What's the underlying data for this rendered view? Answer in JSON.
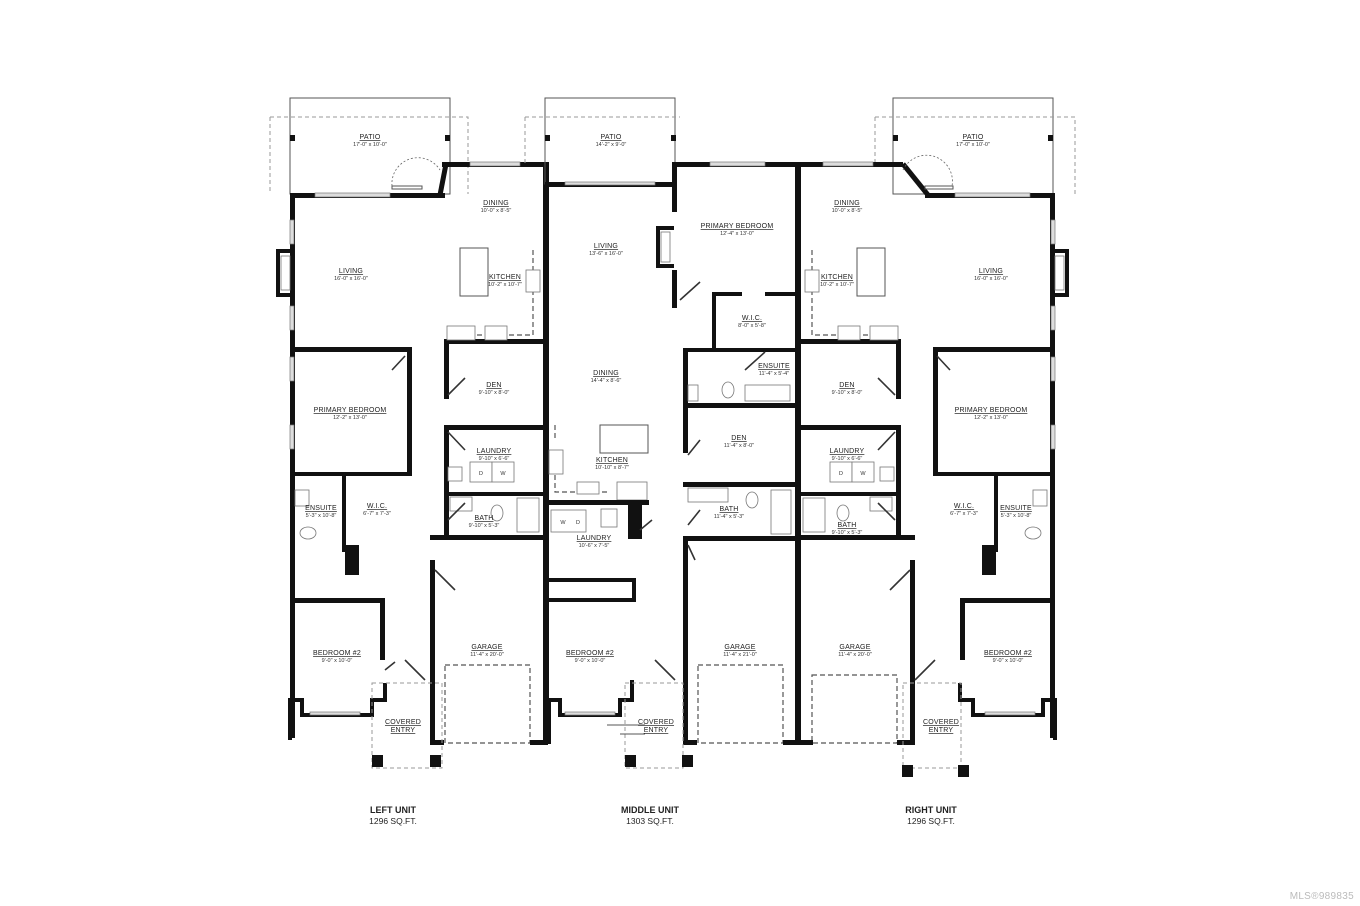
{
  "plan": {
    "units": [
      {
        "id": "left",
        "title": "LEFT UNIT",
        "area": "1296 SQ.FT.",
        "rooms": {
          "patio": {
            "name": "PATIO",
            "dim": "17'-0\" x 10'-0\""
          },
          "dining": {
            "name": "DINING",
            "dim": "10'-0\" x 8'-5\""
          },
          "living": {
            "name": "LIVING",
            "dim": "16'-0\" x 16'-0\""
          },
          "kitchen": {
            "name": "KITCHEN",
            "dim": "10'-2\" x 10'-7\""
          },
          "den": {
            "name": "DEN",
            "dim": "9'-10\" x 8'-0\""
          },
          "primary_bedroom": {
            "name": "PRIMARY BEDROOM",
            "dim": "12'-2\" x 13'-0\""
          },
          "laundry": {
            "name": "LAUNDRY",
            "dim": "9'-10\" x 6'-6\""
          },
          "bath": {
            "name": "BATH",
            "dim": "9'-10\" x 5'-3\""
          },
          "ensuite": {
            "name": "ENSUITE",
            "dim": "5'-3\" x 10'-8\""
          },
          "wic": {
            "name": "W.I.C.",
            "dim": "6'-7\" x 7'-3\""
          },
          "bedroom2": {
            "name": "BEDROOM #2",
            "dim": "9'-0\" x 10'-0\""
          },
          "garage": {
            "name": "GARAGE",
            "dim": "11'-4\" x 20'-0\""
          },
          "covered_entry": {
            "name1": "COVERED",
            "name2": "ENTRY"
          }
        }
      },
      {
        "id": "middle",
        "title": "MIDDLE UNIT",
        "area": "1303 SQ.FT.",
        "rooms": {
          "patio": {
            "name": "PATIO",
            "dim": "14'-2\" x 9'-0\""
          },
          "living": {
            "name": "LIVING",
            "dim": "13'-6\" x 16'-0\""
          },
          "dining": {
            "name": "DINING",
            "dim": "14'-4\" x 8'-6\""
          },
          "kitchen": {
            "name": "KITCHEN",
            "dim": "10'-10\" x 8'-7\""
          },
          "laundry": {
            "name": "LAUNDRY",
            "dim": "10'-6\" x 7'-5\""
          },
          "primary_bedroom": {
            "name": "PRIMARY BEDROOM",
            "dim": "12'-4\" x 13'-0\""
          },
          "wic": {
            "name": "W.I.C.",
            "dim": "8'-0\" x 5'-8\""
          },
          "ensuite": {
            "name": "ENSUITE",
            "dim": "11'-4\" x 5'-4\""
          },
          "den": {
            "name": "DEN",
            "dim": "11'-4\" x 8'-0\""
          },
          "bath": {
            "name": "BATH",
            "dim": "11'-4\" x 5'-3\""
          },
          "bedroom2": {
            "name": "BEDROOM #2",
            "dim": "9'-0\" x 10'-0\""
          },
          "garage": {
            "name": "GARAGE",
            "dim": "11'-4\" x 21'-0\""
          },
          "covered_entry": {
            "name1": "COVERED",
            "name2": "ENTRY"
          }
        }
      },
      {
        "id": "right",
        "title": "RIGHT UNIT",
        "area": "1296 SQ.FT.",
        "rooms": {
          "patio": {
            "name": "PATIO",
            "dim": "17'-0\" x 10'-0\""
          },
          "dining": {
            "name": "DINING",
            "dim": "10'-0\" x 8'-5\""
          },
          "living": {
            "name": "LIVING",
            "dim": "16'-0\" x 16'-0\""
          },
          "kitchen": {
            "name": "KITCHEN",
            "dim": "10'-2\" x 10'-7\""
          },
          "den": {
            "name": "DEN",
            "dim": "9'-10\" x 8'-0\""
          },
          "primary_bedroom": {
            "name": "PRIMARY BEDROOM",
            "dim": "12'-2\" x 13'-0\""
          },
          "laundry": {
            "name": "LAUNDRY",
            "dim": "9'-10\" x 6'-6\""
          },
          "bath": {
            "name": "BATH",
            "dim": "9'-10\" x 5'-3\""
          },
          "ensuite": {
            "name": "ENSUITE",
            "dim": "5'-3\" x 10'-8\""
          },
          "wic": {
            "name": "W.I.C.",
            "dim": "6'-7\" x 7'-3\""
          },
          "bedroom2": {
            "name": "BEDROOM #2",
            "dim": "9'-0\" x 10'-0\""
          },
          "garage": {
            "name": "GARAGE",
            "dim": "11'-4\" x 20'-0\""
          },
          "covered_entry": {
            "name1": "COVERED",
            "name2": "ENTRY"
          }
        }
      }
    ],
    "appliance_labels": {
      "washer": "W",
      "dryer": "D"
    }
  },
  "watermark": "MLS®989835"
}
